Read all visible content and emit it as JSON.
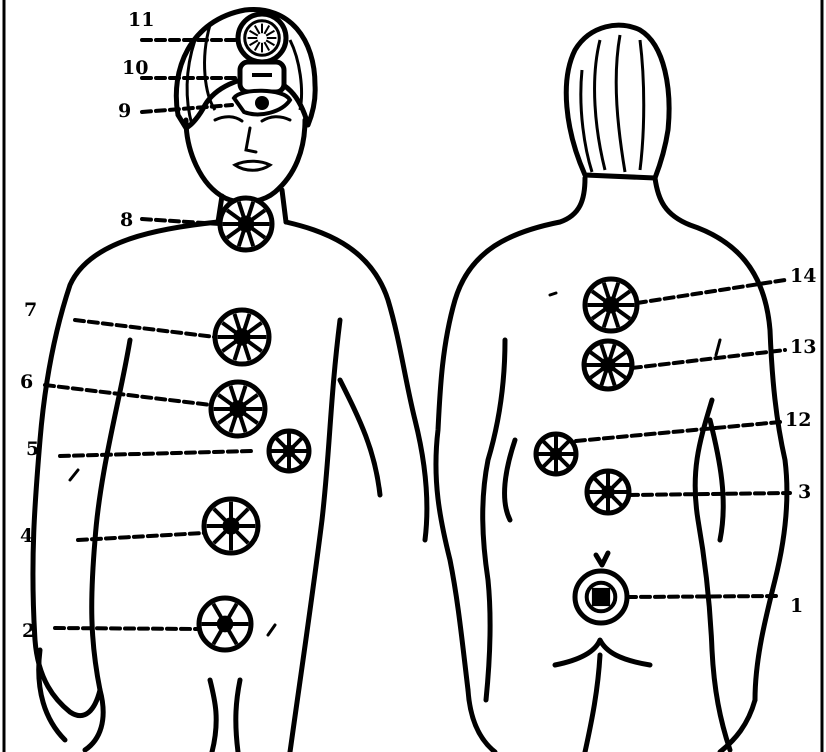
{
  "figure": {
    "front_labels": [
      "11",
      "10",
      "9",
      "8",
      "7",
      "6",
      "5",
      "4",
      "2"
    ],
    "back_labels": [
      "14",
      "13",
      "12",
      "3",
      "1"
    ]
  }
}
